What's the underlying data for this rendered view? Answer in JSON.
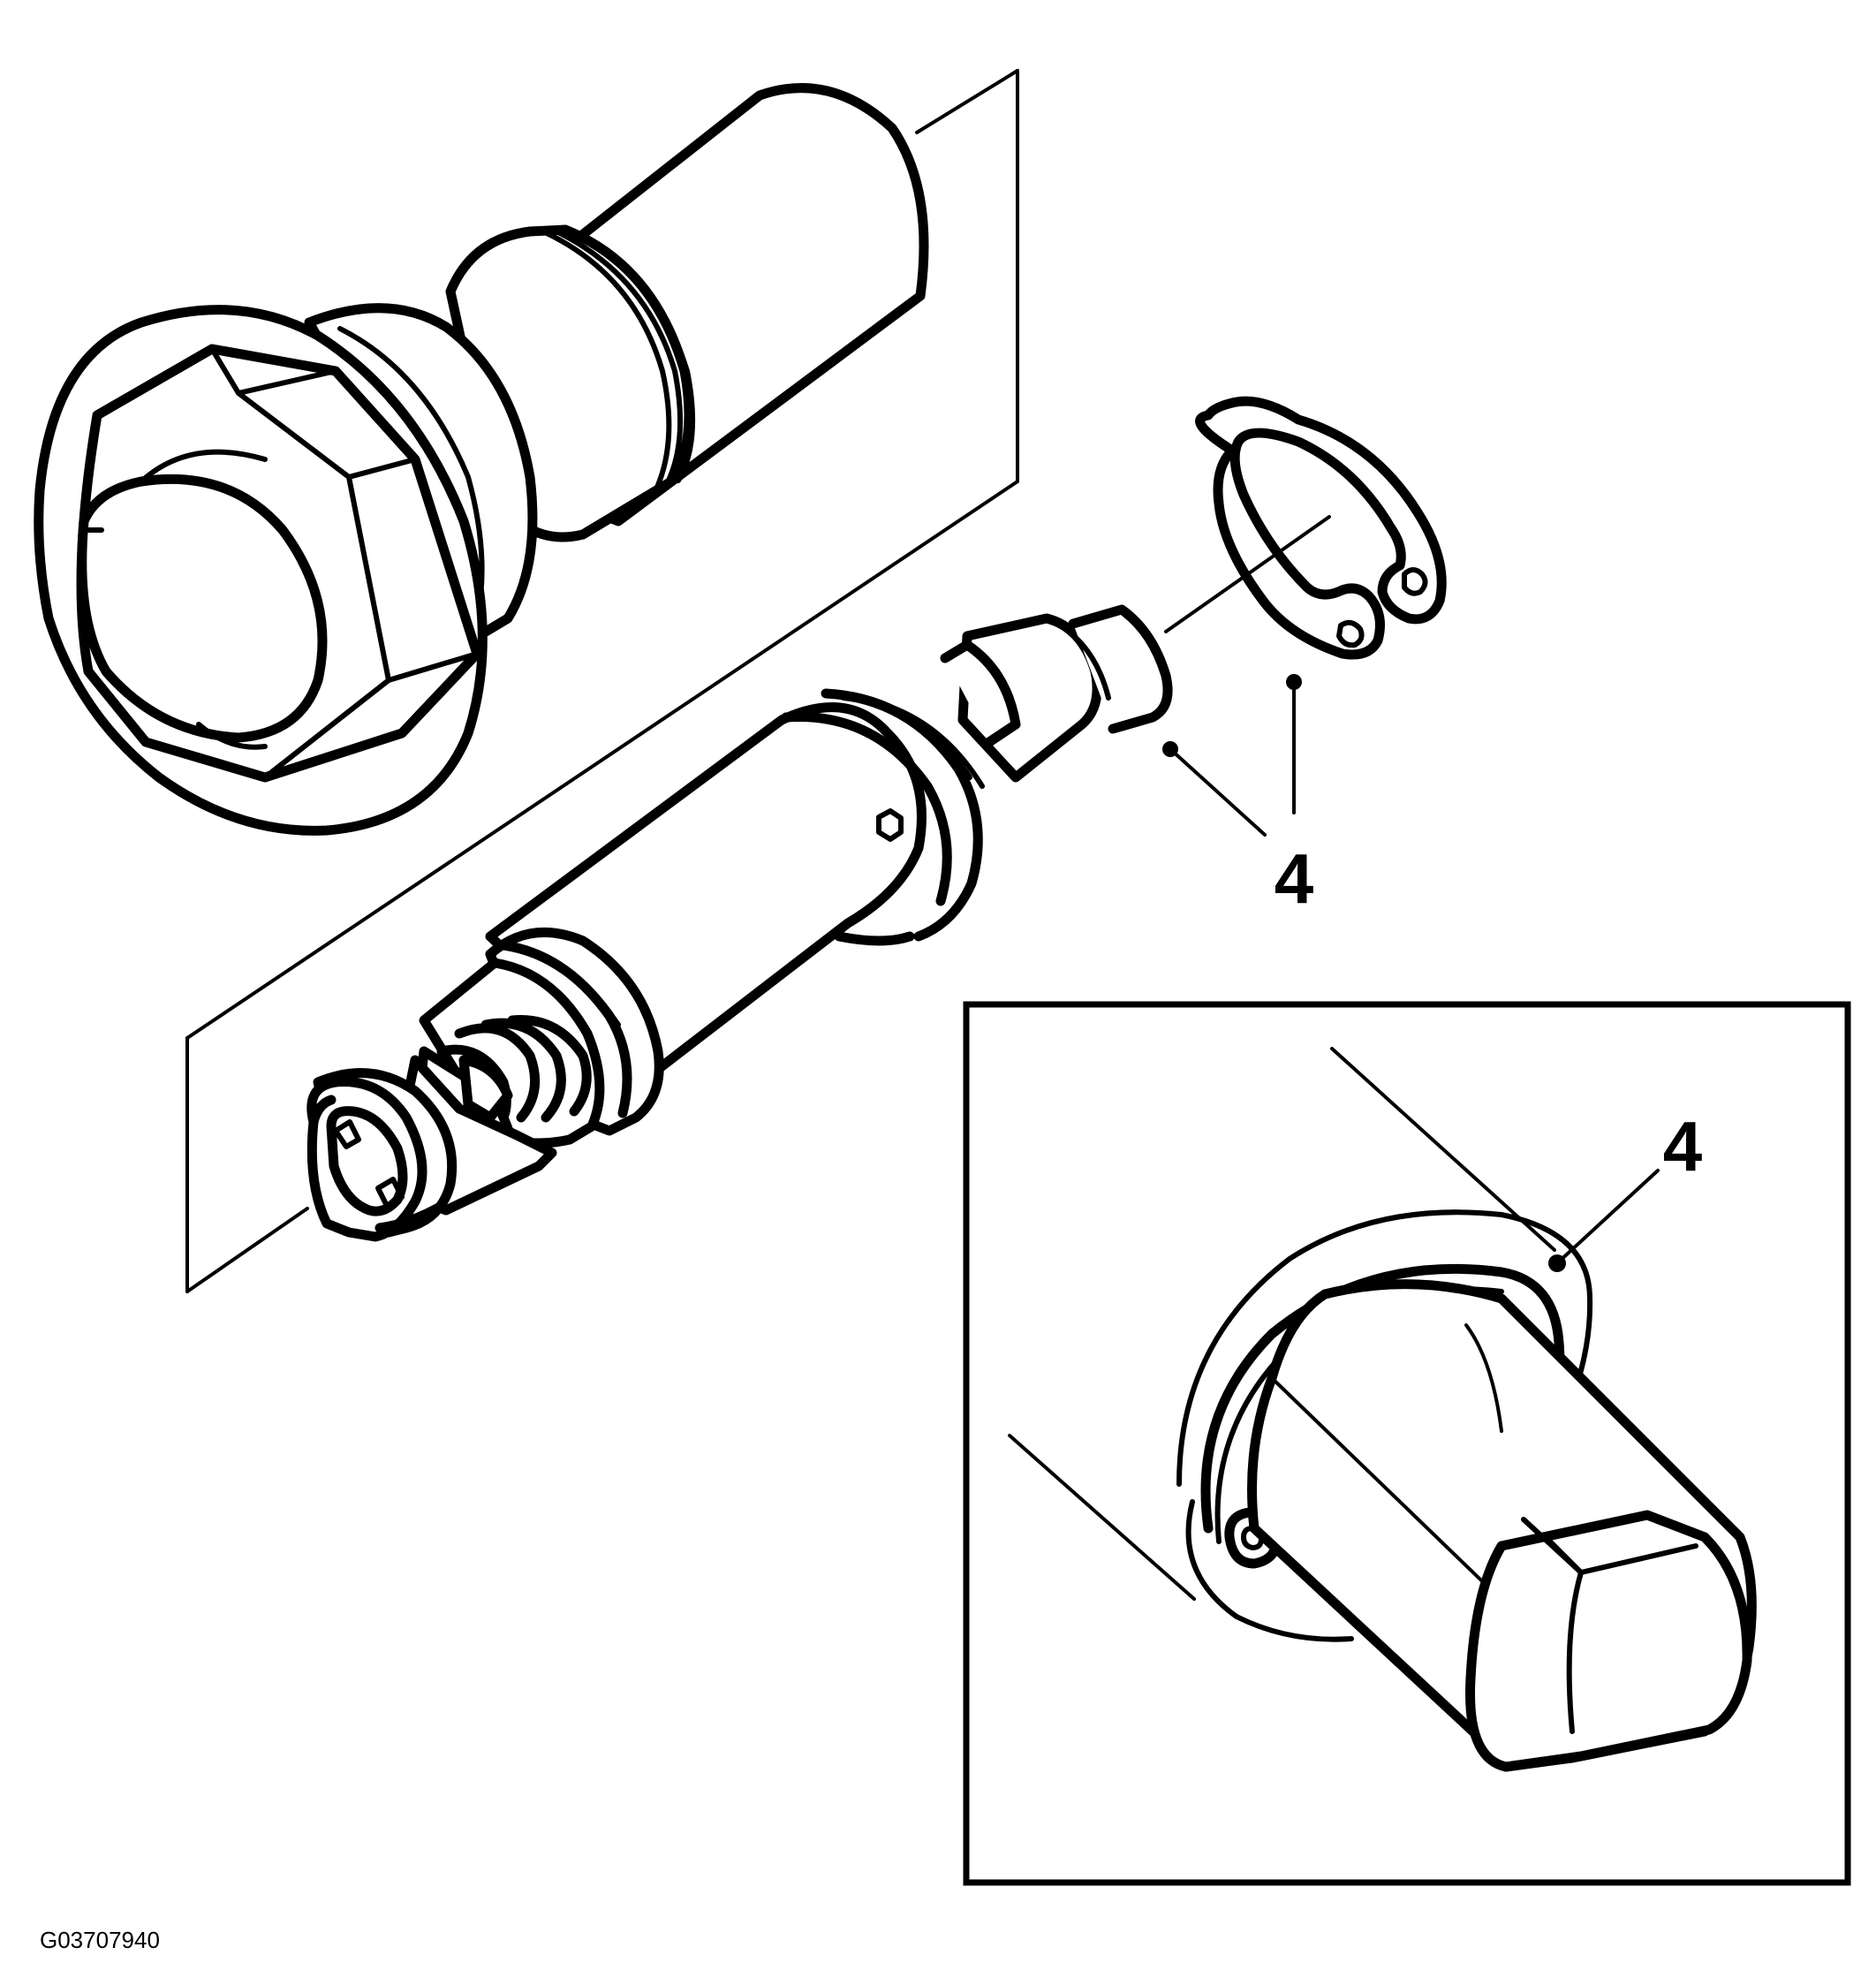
{
  "callouts": {
    "main_label": "4",
    "detail_label": "4"
  },
  "figure_id": "G03707940",
  "colors": {
    "line": "#000000",
    "background": "#ffffff"
  }
}
